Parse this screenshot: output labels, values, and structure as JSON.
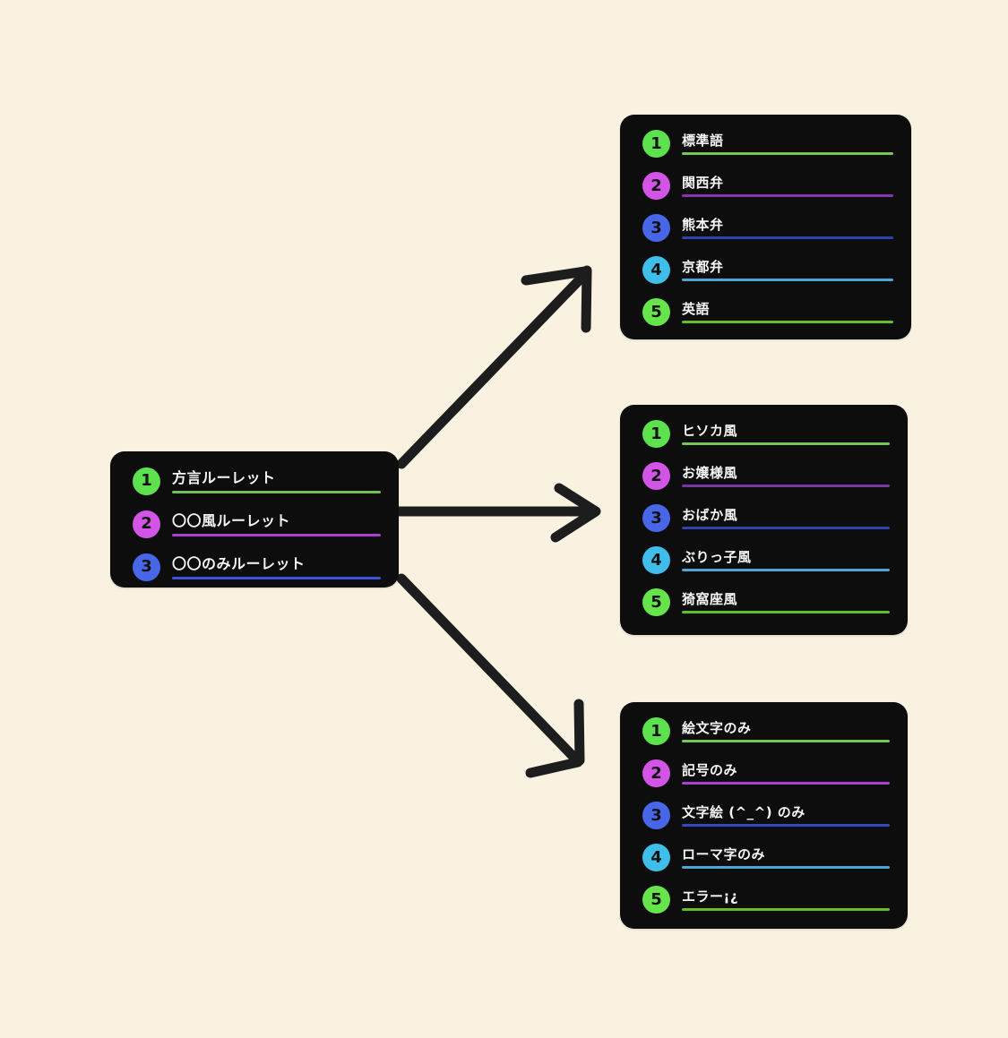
{
  "canvas": {
    "background_color": "#faf2e1",
    "card_background_color": "#0d0d0d",
    "arrow_color": "#1d1d1d",
    "label_text_color": "#f5f5f5"
  },
  "cards": {
    "source": {
      "name": "roulette-menu",
      "items": [
        {
          "num": "1",
          "label": "方言ルーレット",
          "circle_color": "#5de14f",
          "underline_color": "#6ec157"
        },
        {
          "num": "2",
          "label": "〇〇風ルーレット",
          "circle_color": "#d355e8",
          "underline_color": "#ab3ed4"
        },
        {
          "num": "3",
          "label": "〇〇のみルーレット",
          "circle_color": "#4767e8",
          "underline_color": "#3b52de"
        }
      ]
    },
    "dialects": {
      "name": "dialect-roulette-options",
      "items": [
        {
          "num": "1",
          "label": "標準語",
          "circle_color": "#5de14f",
          "underline_color": "#76c558"
        },
        {
          "num": "2",
          "label": "関西弁",
          "circle_color": "#d355e8",
          "underline_color": "#8236b0"
        },
        {
          "num": "3",
          "label": "熊本弁",
          "circle_color": "#4767e8",
          "underline_color": "#2f43b0"
        },
        {
          "num": "4",
          "label": "京都弁",
          "circle_color": "#3fbdeb",
          "underline_color": "#4fa4d9"
        },
        {
          "num": "5",
          "label": "英語",
          "circle_color": "#66e44c",
          "underline_color": "#5fc02f"
        }
      ]
    },
    "styles": {
      "name": "style-roulette-options",
      "items": [
        {
          "num": "1",
          "label": "ヒソカ風",
          "circle_color": "#5de14f",
          "underline_color": "#76c558"
        },
        {
          "num": "2",
          "label": "お嬢様風",
          "circle_color": "#d355e8",
          "underline_color": "#7a35a5"
        },
        {
          "num": "3",
          "label": "おばか風",
          "circle_color": "#4767e8",
          "underline_color": "#2f43b0"
        },
        {
          "num": "4",
          "label": "ぶりっ子風",
          "circle_color": "#3fbdeb",
          "underline_color": "#4fa4d9"
        },
        {
          "num": "5",
          "label": "猗窩座風",
          "circle_color": "#66e44c",
          "underline_color": "#5fc02f"
        }
      ]
    },
    "only": {
      "name": "only-roulette-options",
      "items": [
        {
          "num": "1",
          "label": "絵文字のみ",
          "circle_color": "#5de14f",
          "underline_color": "#76c558"
        },
        {
          "num": "2",
          "label": "記号のみ",
          "circle_color": "#d355e8",
          "underline_color": "#ab3ed4"
        },
        {
          "num": "3",
          "label": "文字絵 (^_^) のみ",
          "circle_color": "#4767e8",
          "underline_color": "#3448c4"
        },
        {
          "num": "4",
          "label": "ローマ字のみ",
          "circle_color": "#3fbdeb",
          "underline_color": "#4fa4d9"
        },
        {
          "num": "5",
          "label": "エラー¡¿",
          "circle_color": "#66e44c",
          "underline_color": "#5fc02f"
        }
      ]
    }
  }
}
